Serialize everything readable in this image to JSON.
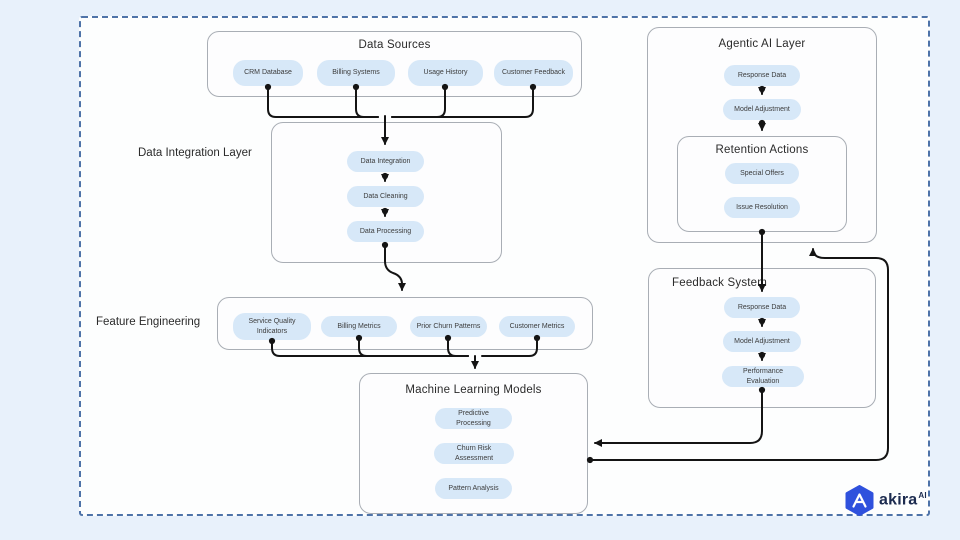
{
  "diagram": {
    "data_sources": {
      "title": "Data Sources",
      "pills": [
        "CRM Database",
        "Billing Systems",
        "Usage History",
        "Customer Feedback"
      ]
    },
    "data_integration": {
      "label": "Data Integration Layer",
      "pills": [
        "Data Integration",
        "Data Cleaning",
        "Data Processing"
      ]
    },
    "feature_engineering": {
      "label": "Feature Engineering",
      "pills": [
        "Service Quality Indicators",
        "Billing Metrics",
        "Prior Churn Patterns",
        "Customer Metrics"
      ]
    },
    "ml_models": {
      "title": "Machine Learning Models",
      "pills": [
        "Predictive Processing",
        "Churn Risk Assessment",
        "Pattern Analysis"
      ]
    },
    "agentic_ai": {
      "title": "Agentic AI Layer",
      "pills": [
        "Response Data",
        "Model Adjustment"
      ]
    },
    "retention_actions": {
      "title": "Retention Actions",
      "pills": [
        "Special Offers",
        "Issue Resolution"
      ]
    },
    "feedback_system": {
      "title": "Feedback System",
      "pills": [
        "Response Data",
        "Model Adjustment",
        "Performance Evaluation"
      ]
    }
  },
  "logo": {
    "brand": "akira",
    "superscript": "AI"
  },
  "colors": {
    "page_bg": "#e8f1fb",
    "panel_bg": "#fdfefe",
    "panel_border": "#4e73a8",
    "node_pill_bg": "#d7e8f8",
    "container_border": "#a9aeb5",
    "edge": "#141414",
    "logo_blue": "#2f51dd",
    "logo_text": "#1c2b4f"
  }
}
